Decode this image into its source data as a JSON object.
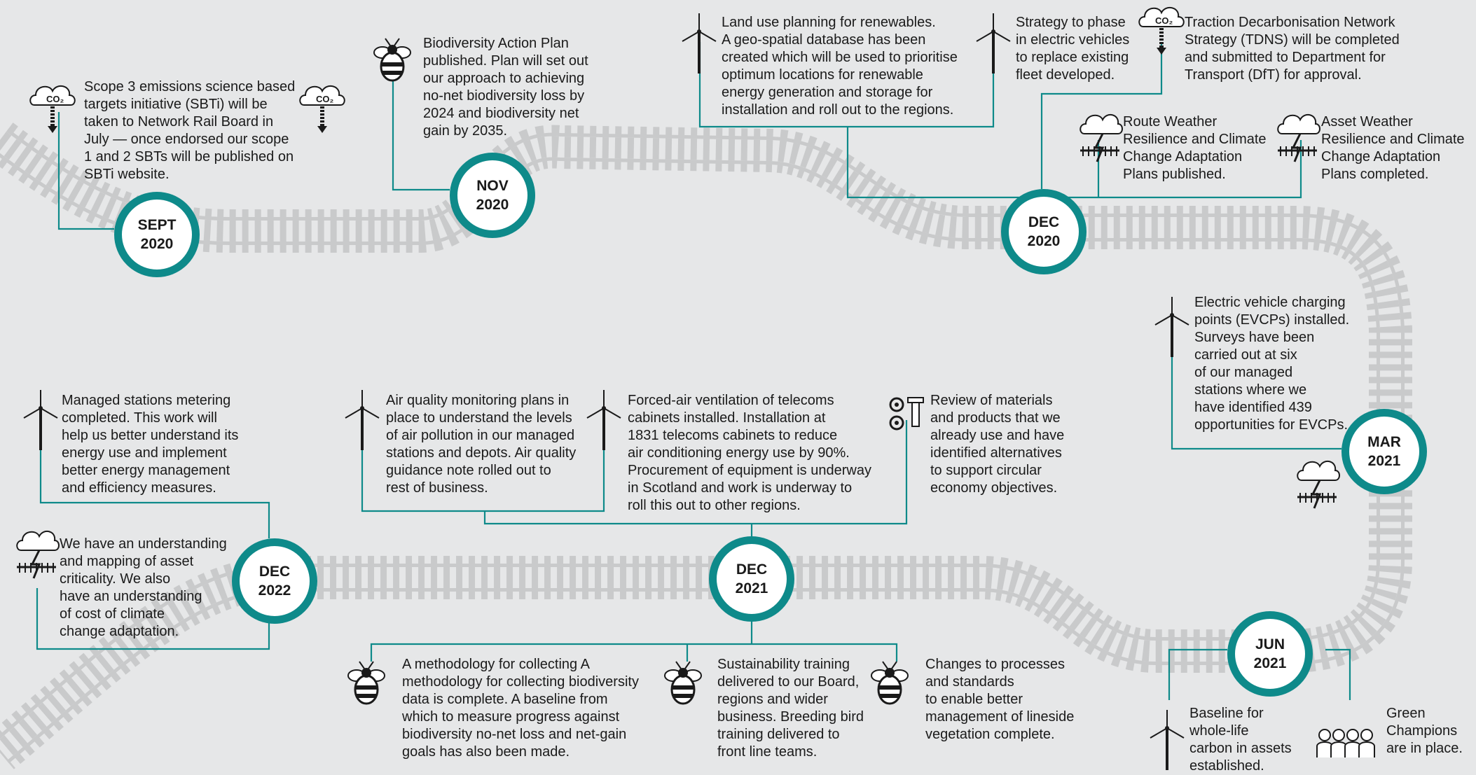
{
  "colors": {
    "teal": "#0e8a8a",
    "track": "#c9cacb",
    "background": "#e6e7e8",
    "text": "#1a1a1a"
  },
  "milestones": {
    "sept2020": {
      "month": "SEPT",
      "year": "2020"
    },
    "nov2020": {
      "month": "NOV",
      "year": "2020"
    },
    "dec2020": {
      "month": "DEC",
      "year": "2020"
    },
    "mar2021": {
      "month": "MAR",
      "year": "2021"
    },
    "jun2021": {
      "month": "JUN",
      "year": "2021"
    },
    "dec2021": {
      "month": "DEC",
      "year": "2021"
    },
    "dec2022": {
      "month": "DEC",
      "year": "2022"
    }
  },
  "items": {
    "sbti": {
      "icon": "co2-cloud-icon",
      "text": "Scope 3 emissions science based\ntargets initiative (SBTi)  will be\ntaken to Network Rail Board in\nJuly — once endorsed our scope\n1 and 2 SBTs will be published on\nSBTi website."
    },
    "biodiversity_plan": {
      "icon": "bee-icon",
      "text": "Biodiversity Action Plan\npublished. Plan will set out\nour approach to achieving\nno-net biodiversity loss by\n2024 and biodiversity net\ngain by 2035."
    },
    "land_use": {
      "icon": "wind-turbine-icon",
      "text": "Land use planning for renewables.\nA geo-spatial database has been\ncreated which will be used to prioritise\noptimum locations for renewable\nenergy generation and storage for\ninstallation and roll out to the regions."
    },
    "ev_strategy": {
      "icon": "wind-turbine-icon",
      "text": "Strategy to phase\nin electric vehicles\nto replace existing\nfleet developed."
    },
    "tdns": {
      "icon": "co2-cloud-icon",
      "text": "Traction Decarbonisation Network\nStrategy (TDNS) will be completed\nand submitted to Department for\nTransport (DfT) for approval."
    },
    "route_weather": {
      "icon": "storm-rail-icon",
      "text": "Route Weather\nResilience and Climate\nChange Adaptation\nPlans published."
    },
    "asset_weather": {
      "icon": "storm-rail-icon",
      "text": "Asset Weather\nResilience and Climate\nChange Adaptation\nPlans completed."
    },
    "evcp": {
      "icon": "wind-turbine-icon",
      "text": "Electric vehicle charging\npoints (EVCPs) installed.\nSurveys have been\ncarried out at six\nof our managed\nstations where we\nhave identified 439\nopportunities for EVCPs."
    },
    "mar_storm": {
      "icon": "storm-rail-icon"
    },
    "baseline_carbon": {
      "icon": "wind-turbine-icon",
      "text": "Baseline for\nwhole-life\ncarbon in assets\nestablished."
    },
    "green_champions": {
      "icon": "people-group-icon",
      "text": "Green\nChampions\nare in place."
    },
    "air_quality": {
      "icon": "wind-turbine-icon",
      "text": "Air quality monitoring plans in\nplace to understand the levels\nof air pollution in our managed\nstations and depots. Air quality\nguidance note rolled out to\nrest of business."
    },
    "forced_air": {
      "icon": "wind-turbine-icon",
      "text": "Forced-air ventilation of telecoms\ncabinets installed. Installation at\n1831 telecoms cabinets to reduce\nair conditioning energy use by 90%.\nProcurement of equipment is underway\nin Scotland and work is underway to\nroll this out to other regions."
    },
    "materials": {
      "icon": "materials-icon",
      "text": "Review of materials\nand products that we\nalready use and have\nidentified alternatives\nto support circular\neconomy objectives."
    },
    "biodiversity_method": {
      "icon": "bee-icon",
      "text": "A methodology for collecting A\nmethodology for collecting biodiversity\ndata is complete. A baseline from\nwhich to measure progress against\nbiodiversity no-net loss and net-gain\ngoals has also been made."
    },
    "training": {
      "icon": "bee-icon",
      "text": "Sustainability training\ndelivered to our Board,\nregions and wider\nbusiness. Breeding bird\ntraining delivered to\nfront line teams."
    },
    "vegetation": {
      "icon": "bee-icon",
      "text": "Changes to processes\nand standards\nto enable better\nmanagement of lineside\nvegetation complete."
    },
    "metering": {
      "icon": "wind-turbine-icon",
      "text": "Managed stations metering\ncompleted. This work will\nhelp us better understand its\nenergy use and implement\nbetter energy management\nand efficiency measures."
    },
    "asset_criticality": {
      "icon": "storm-rail-icon",
      "text": "We have an understanding\nand mapping of asset\ncriticality. We also\nhave an understanding\nof cost of climate\nchange adaptation."
    }
  },
  "co2_label": "CO₂"
}
